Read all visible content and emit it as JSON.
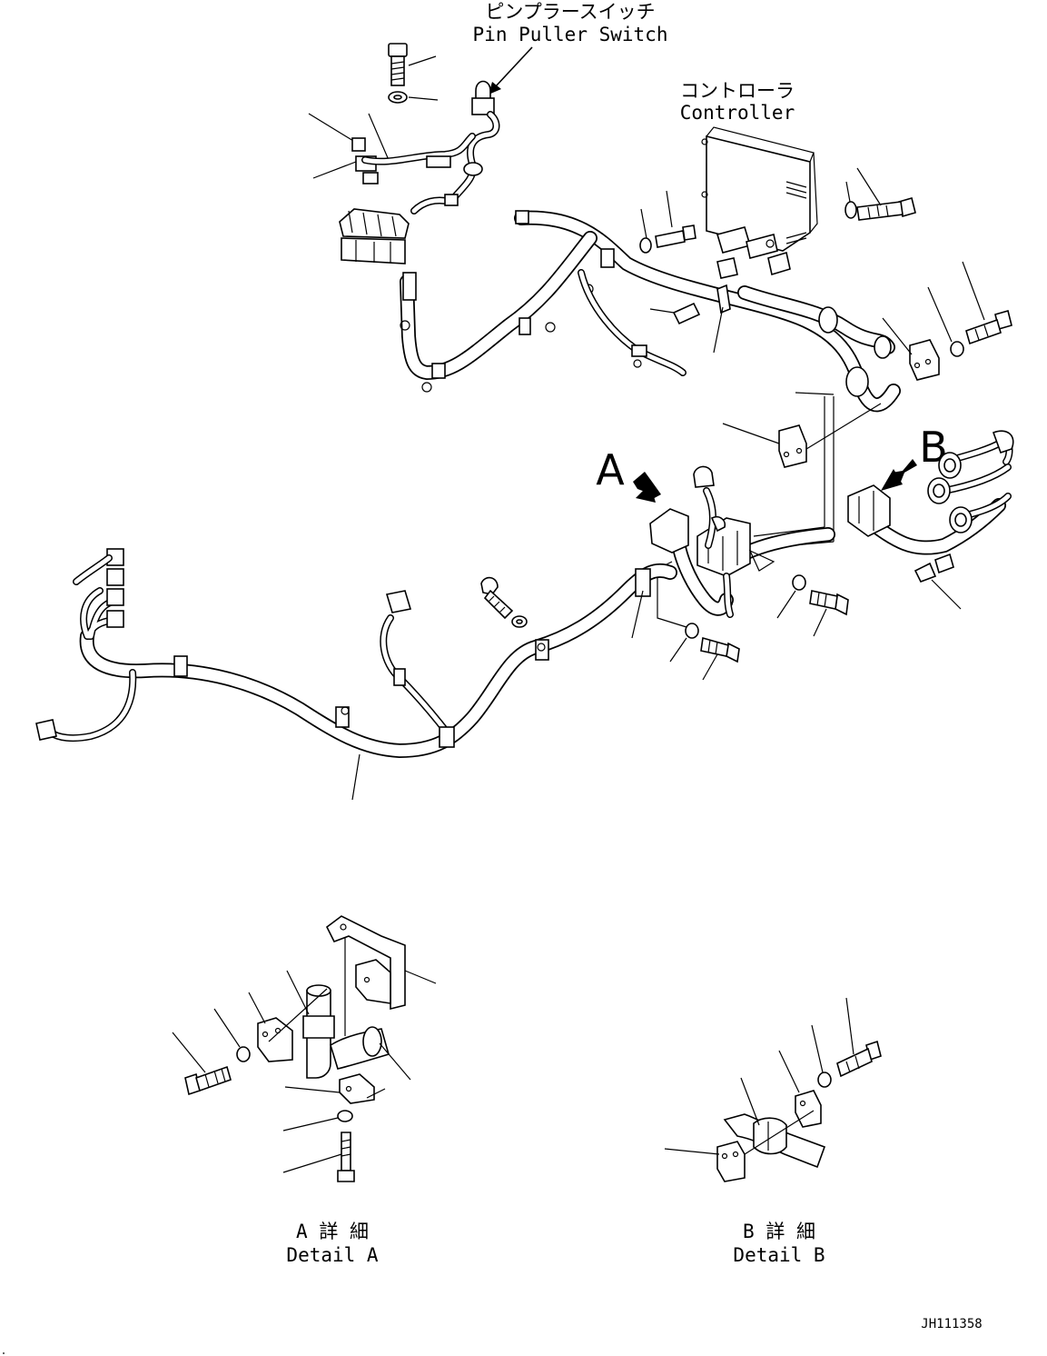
{
  "labels": {
    "pin_puller_switch_jp": "ピンプラースイッチ",
    "pin_puller_switch_en": "Pin Puller Switch",
    "controller_jp": "コントローラ",
    "controller_en": "Controller",
    "view_a": "A",
    "view_b": "B",
    "detail_a_jp": "A 詳 細",
    "detail_a_en": "Detail A",
    "detail_b_jp": "B 詳 細",
    "detail_b_en": "Detail B",
    "drawing_number": "JH111358"
  }
}
